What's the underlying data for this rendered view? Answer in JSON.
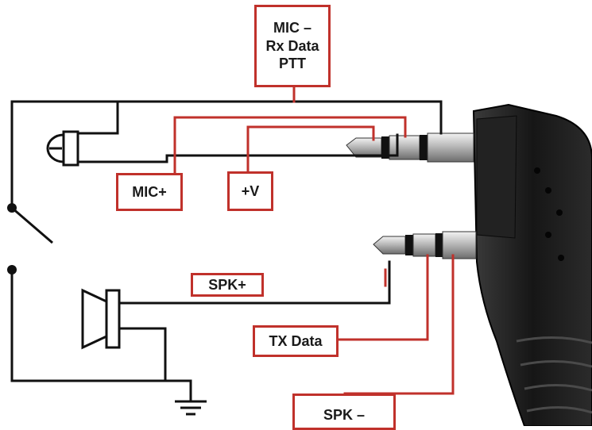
{
  "labels": {
    "mic_minus": "MIC –",
    "rx_data": "Rx Data",
    "ptt": "PTT",
    "mic_plus": "MIC+",
    "plus_v": "+V",
    "spk_plus": "SPK+",
    "tx_data": "TX Data",
    "spk_minus": "SPK –"
  },
  "colors": {
    "wire_black": "#111111",
    "wire_red": "#c0312b",
    "label_border": "#c0312b",
    "connector_body": "#1c1c1c",
    "plug_metal": "#c9c9c9"
  }
}
